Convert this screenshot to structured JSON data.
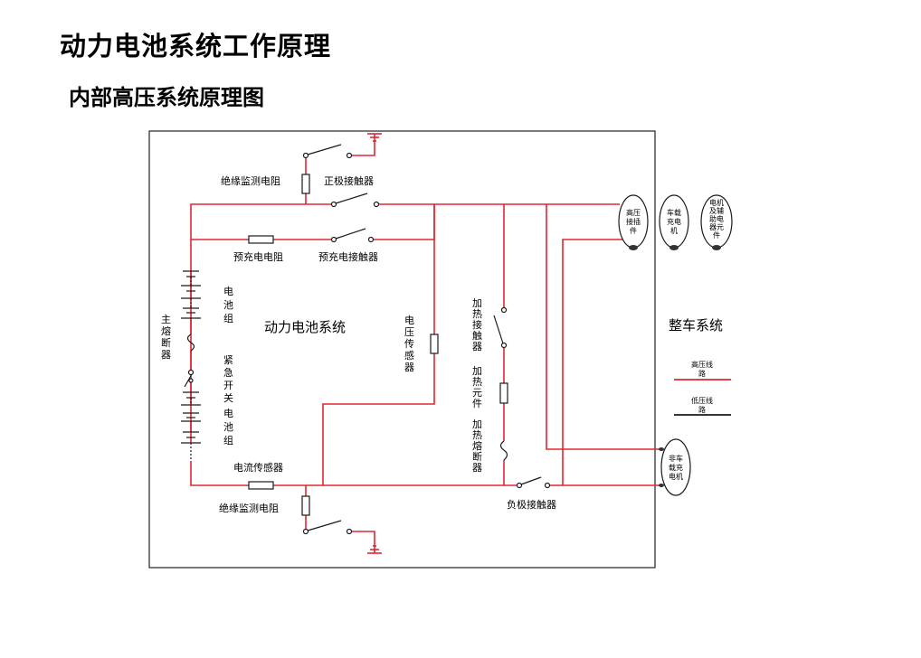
{
  "page": {
    "title": "动力电池系统工作原理",
    "subtitle": "内部高压系统原理图"
  },
  "diagram": {
    "system_label": "动力电池系统",
    "vehicle_label": "整车系统",
    "components": {
      "insulation_top": "绝缘监测电阻",
      "pos_contactor": "正极接触器",
      "precharge_resistor": "预充电电阻",
      "precharge_contactor": "预充电接触器",
      "battery_pack_1": "电池组",
      "battery_pack_2": "电池组",
      "main_fuse": "主熔断器",
      "emergency_switch": "紧急开关",
      "voltage_sensor": "电压传感器",
      "heat_contactor": "加热接触器",
      "heat_element": "加热元件",
      "heat_fuse": "加热熔断器",
      "current_sensor": "电流传感器",
      "insulation_bottom": "绝缘监测电阻",
      "neg_contactor": "负极接触器"
    },
    "external": {
      "hv_plug": "高压接插件",
      "charger": "车载充电机",
      "motor": "电机及辅助电器元件",
      "offboard": "非车载充电机"
    },
    "legend": {
      "hv_line": "高压线路",
      "lv_line": "低压线路",
      "hv_color": "#e3262e",
      "lv_color": "#1a1a1a"
    }
  }
}
